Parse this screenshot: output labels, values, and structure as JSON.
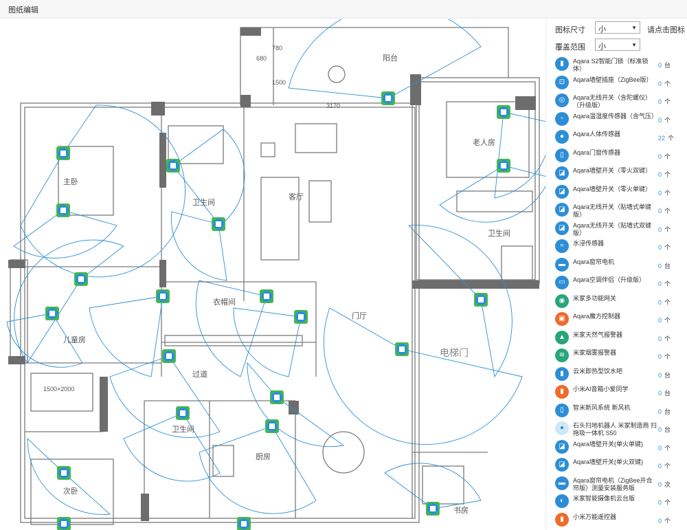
{
  "header": {
    "title": "图纸编辑"
  },
  "controls": {
    "icon_size_label": "图标尺寸",
    "icon_size_value": "小",
    "icon_hint": "请点击图标",
    "coverage_label": "覆盖范围",
    "coverage_value": "小"
  },
  "floorplan": {
    "rooms": [
      "阳台",
      "主卧",
      "卫生间",
      "客厅",
      "老人房",
      "卫生间",
      "儿童房",
      "衣帽间",
      "门厅",
      "电梯门",
      "过道",
      "卫生间",
      "厨房",
      "次卧",
      "书房"
    ],
    "dimensions": [
      "780",
      "680",
      "1500",
      "3170",
      "1500×2000"
    ]
  },
  "devices": [
    {
      "name": "Aqara S2智能门锁（标准锁体）",
      "count": "0",
      "unit": "台",
      "icon": "door-lock-icon",
      "color": "#2d8ed6"
    },
    {
      "name": "Aqara墙壁插座（ZigBee版）",
      "count": "0",
      "unit": "个",
      "icon": "wall-socket-icon",
      "color": "#2d8ed6"
    },
    {
      "name": "Aqara无线开关（含陀螺仪）（升级版）",
      "count": "0",
      "unit": "个",
      "icon": "wireless-switch-icon",
      "color": "#2d8ed6"
    },
    {
      "name": "Aqara温湿度传感器（含气压）",
      "count": "0",
      "unit": "个",
      "icon": "thermometer-icon",
      "color": "#2d8ed6"
    },
    {
      "name": "Aqara人体传感器",
      "count": "22",
      "unit": "个",
      "icon": "motion-sensor-icon",
      "color": "#2d8ed6"
    },
    {
      "name": "Aqara门窗传感器",
      "count": "0",
      "unit": "个",
      "icon": "door-sensor-icon",
      "color": "#2d8ed6"
    },
    {
      "name": "Aqara墙壁开关（零火双键）",
      "count": "0",
      "unit": "个",
      "icon": "wall-switch-icon",
      "color": "#2d8ed6"
    },
    {
      "name": "Aqara墙壁开关（零火单键）",
      "count": "0",
      "unit": "个",
      "icon": "wall-switch-icon",
      "color": "#2d8ed6"
    },
    {
      "name": "Aqara无线开关（贴墙式单键版）",
      "count": "0",
      "unit": "个",
      "icon": "wall-switch-icon",
      "color": "#2d8ed6"
    },
    {
      "name": "Aqara无线开关（贴墙式双键版）",
      "count": "0",
      "unit": "个",
      "icon": "wall-switch-icon",
      "color": "#2d8ed6"
    },
    {
      "name": "水浸传感器",
      "count": "0",
      "unit": "个",
      "icon": "water-leak-icon",
      "color": "#2d8ed6"
    },
    {
      "name": "Aqara窗帘电机",
      "count": "0",
      "unit": "台",
      "icon": "curtain-motor-icon",
      "color": "#2d8ed6"
    },
    {
      "name": "Aqara空调伴侣（升级版）",
      "count": "0",
      "unit": "个",
      "icon": "ac-companion-icon",
      "color": "#2d8ed6"
    },
    {
      "name": "米家多功能网关",
      "count": "0",
      "unit": "个",
      "icon": "gateway-icon",
      "color": "#27a57b"
    },
    {
      "name": "Aqara魔方控制器",
      "count": "0",
      "unit": "个",
      "icon": "cube-controller-icon",
      "color": "#f06a2b"
    },
    {
      "name": "米家天然气报警器",
      "count": "0",
      "unit": "个",
      "icon": "gas-alarm-icon",
      "color": "#27a57b"
    },
    {
      "name": "米家烟雾报警器",
      "count": "0",
      "unit": "个",
      "icon": "smoke-alarm-icon",
      "color": "#27a57b"
    },
    {
      "name": "云米即热型饮水吧",
      "count": "0",
      "unit": "台",
      "icon": "water-dispenser-icon",
      "color": "#2d8ed6"
    },
    {
      "name": "小米AI音箱小爱同学",
      "count": "0",
      "unit": "台",
      "icon": "ai-speaker-icon",
      "color": "#f06a2b"
    },
    {
      "name": "智米新风系统 新风机",
      "count": "0",
      "unit": "台",
      "icon": "air-system-icon",
      "color": "#2d8ed6"
    },
    {
      "name": "石头扫地机器人 米家制造商 扫拖吸一体机 S50",
      "count": "0",
      "unit": "台",
      "icon": "robot-vacuum-icon",
      "color": "#cfe7f7"
    },
    {
      "name": "Aqara墙壁开关(单火单键)",
      "count": "0",
      "unit": "个",
      "icon": "wall-switch-icon",
      "color": "#2d8ed6"
    },
    {
      "name": "Aqara墙壁开关(单火双键)",
      "count": "0",
      "unit": "个",
      "icon": "wall-switch-icon",
      "color": "#2d8ed6"
    },
    {
      "name": "Aqara窗帘电机（ZigBee开合帘版）测量安装服务版",
      "count": "0",
      "unit": "次",
      "icon": "curtain-motor-icon",
      "color": "#2d8ed6"
    },
    {
      "name": "米家智能摄像机云台版",
      "count": "0",
      "unit": "个",
      "icon": "camera-icon",
      "color": "#2d8ed6"
    },
    {
      "name": "小米万能遥控器",
      "count": "0",
      "unit": "个",
      "icon": "remote-icon",
      "color": "#f06a2b"
    }
  ]
}
